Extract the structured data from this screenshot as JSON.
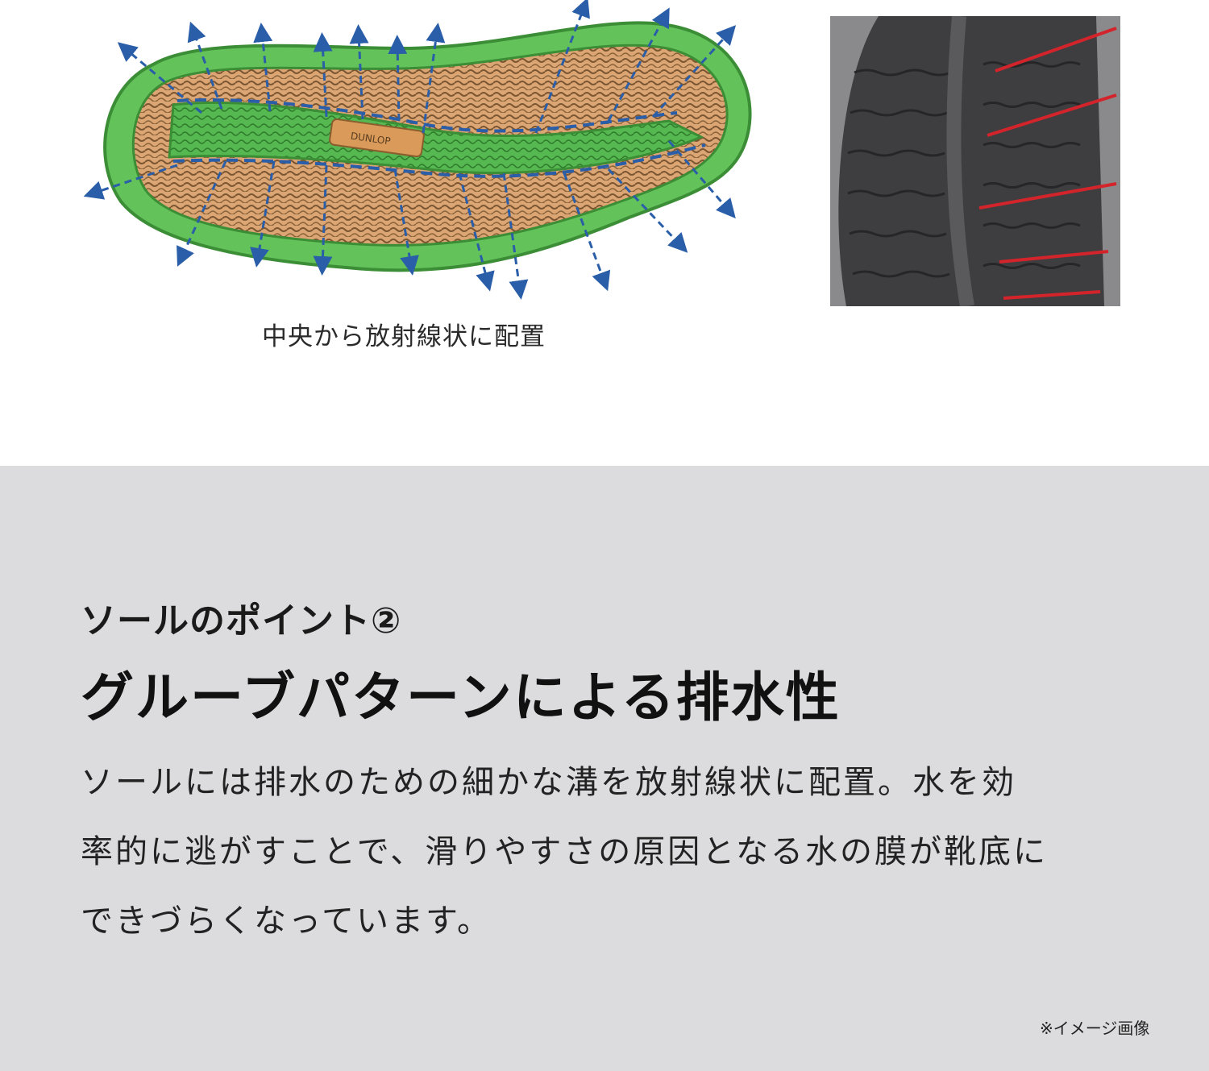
{
  "figure": {
    "caption": "中央から放射線状に配置",
    "sole_logo": "DUNLOP",
    "colors": {
      "sole_outer": "#63c35a",
      "sole_outer_edge": "#3b8d36",
      "tread": "#dca574",
      "tread_dark": "#7a5530",
      "channel": "#4eb048",
      "arrow": "#2a5ea8",
      "photo_bg": "#8a8a8c",
      "photo_rubber": "#3e3e40",
      "marker": "#d3242b"
    }
  },
  "section": {
    "subheading": "ソールのポイント②",
    "heading": "グルーブパターンによる排水性",
    "body_lines": [
      "ソールには排水のための細かな溝を放射線状に配置。水を効",
      "率的に逃がすことで、滑りやすさの原因となる水の膜が靴底に",
      "できづらくなっています。"
    ],
    "note": "※イメージ画像"
  }
}
